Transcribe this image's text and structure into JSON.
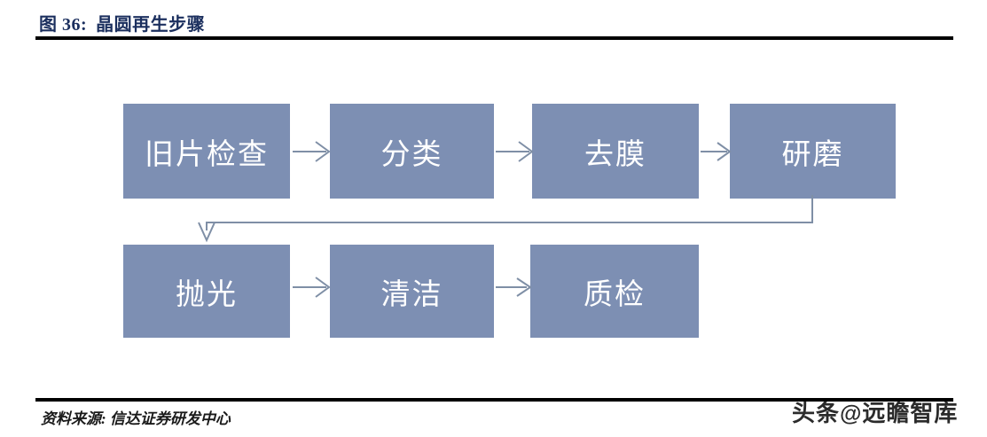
{
  "header": {
    "figure_number": "图 36:",
    "figure_title": "晶圆再生步骤",
    "rule_color": "#000000"
  },
  "footer": {
    "source_label": "资料来源:",
    "source_value": "信达证券研发中心",
    "watermark_prefix": "头条",
    "watermark_at": "@",
    "watermark_name": "远瞻智库"
  },
  "diagram": {
    "type": "flowchart",
    "node_fill": "#7d8fb3",
    "node_text_color": "#ffffff",
    "connector_color": "#7f8fa6",
    "rows": [
      {
        "row_index": 0,
        "nodes": [
          {
            "id": "node-0",
            "label": "旧片检查"
          },
          {
            "id": "node-1",
            "label": "分类"
          },
          {
            "id": "node-2",
            "label": "去膜"
          },
          {
            "id": "node-3",
            "label": "研磨"
          }
        ]
      },
      {
        "row_index": 1,
        "nodes": [
          {
            "id": "node-4",
            "label": "抛光"
          },
          {
            "id": "node-5",
            "label": "清洁"
          },
          {
            "id": "node-6",
            "label": "质检"
          }
        ]
      }
    ],
    "connections": [
      {
        "from": "旧片检查",
        "to": "分类",
        "style": "straight-right-arrow"
      },
      {
        "from": "分类",
        "to": "去膜",
        "style": "straight-right-arrow"
      },
      {
        "from": "去膜",
        "to": "研磨",
        "style": "straight-right-arrow"
      },
      {
        "from": "研磨",
        "to": "抛光",
        "style": "elbow-wrap-down-left-arrow"
      },
      {
        "from": "抛光",
        "to": "清洁",
        "style": "straight-right-arrow"
      },
      {
        "from": "清洁",
        "to": "质检",
        "style": "straight-right-arrow"
      }
    ]
  }
}
